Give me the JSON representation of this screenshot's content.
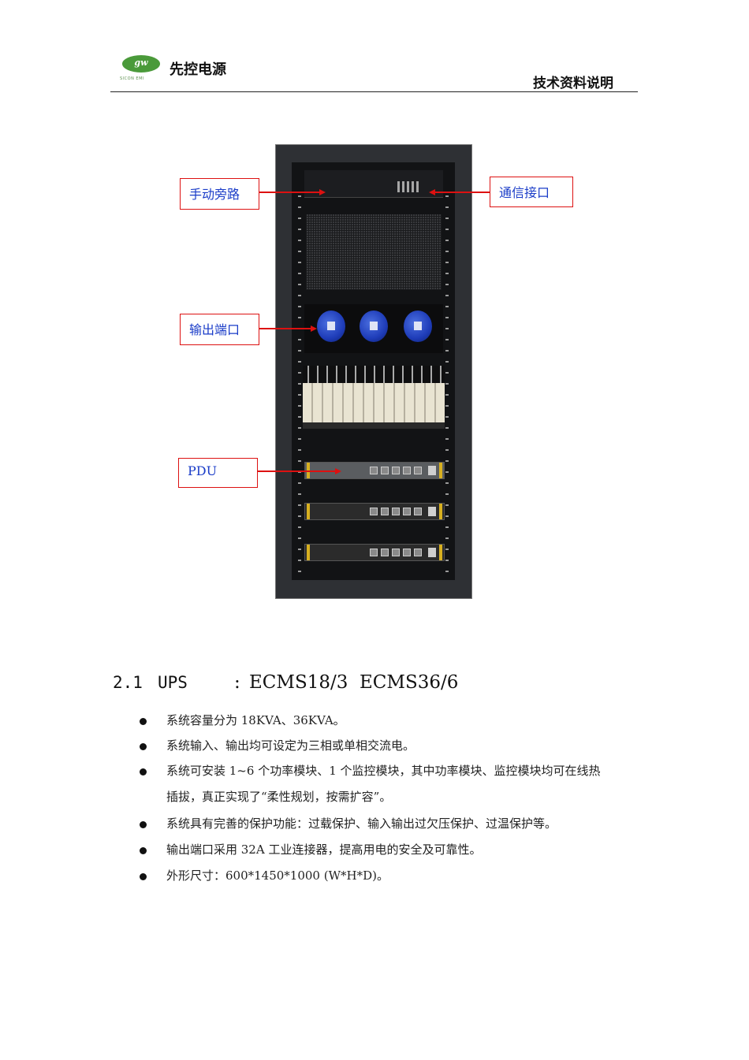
{
  "header": {
    "logo_mark": "gw",
    "logo_subtitle": "SICON EMI",
    "company": "先控电源",
    "doc_title": "技术资料说明"
  },
  "callouts": {
    "manual_bypass": "手动旁路",
    "comm_interface": "通信接口",
    "output_port": "输出端口",
    "pdu": "PDU"
  },
  "section": {
    "number": "2.1",
    "prefix": "UPS",
    "colon": ":",
    "model1": "ECMS18/3",
    "model2": "ECMS36/6"
  },
  "bullets": [
    "系统容量分为 18KVA、36KVA。",
    "系统输入、输出均可设定为三相或单相交流电。",
    "系统可安装 1~6 个功率模块、1 个监控模块，其中功率模块、监控模块均可在线热",
    "插拔，真正实现了“柔性规划，按需扩容”。",
    "系统具有完善的保护功能：过载保护、输入输出过欠压保护、过温保护等。",
    "输出端口采用 32A 工业连接器，提高用电的安全及可靠性。",
    "外形尺寸：600*1450*1000 (W*H*D)。"
  ]
}
